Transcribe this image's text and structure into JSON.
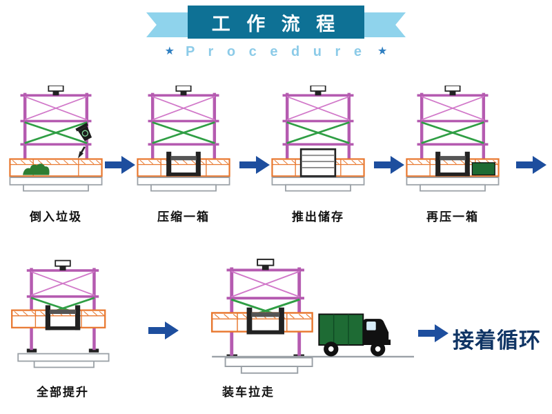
{
  "header": {
    "title": "工 作 流 程",
    "subtitle": "P r o c e d u r e",
    "star_icon": "★"
  },
  "steps": [
    {
      "id": 1,
      "label": "倒入垃圾"
    },
    {
      "id": 2,
      "label": "压缩一箱"
    },
    {
      "id": 3,
      "label": "推出储存"
    },
    {
      "id": 4,
      "label": "再压一箱"
    },
    {
      "id": 5,
      "label": "全部提升"
    },
    {
      "id": 6,
      "label": "装车拉走"
    }
  ],
  "cycle_label": "接着循环",
  "colors": {
    "banner_bg": "#0e7195",
    "ribbon_fold": "#8fd3ec",
    "subtitle_text": "#8ccbe8",
    "star": "#2f7fc1",
    "arrow": "#1d4e9e",
    "frame_magenta": "#b55bb0",
    "brace_green": "#2f9e44",
    "container_orange": "#e8772e",
    "cargo_green": "#1e6b34",
    "cycle_text": "#0f3464"
  }
}
